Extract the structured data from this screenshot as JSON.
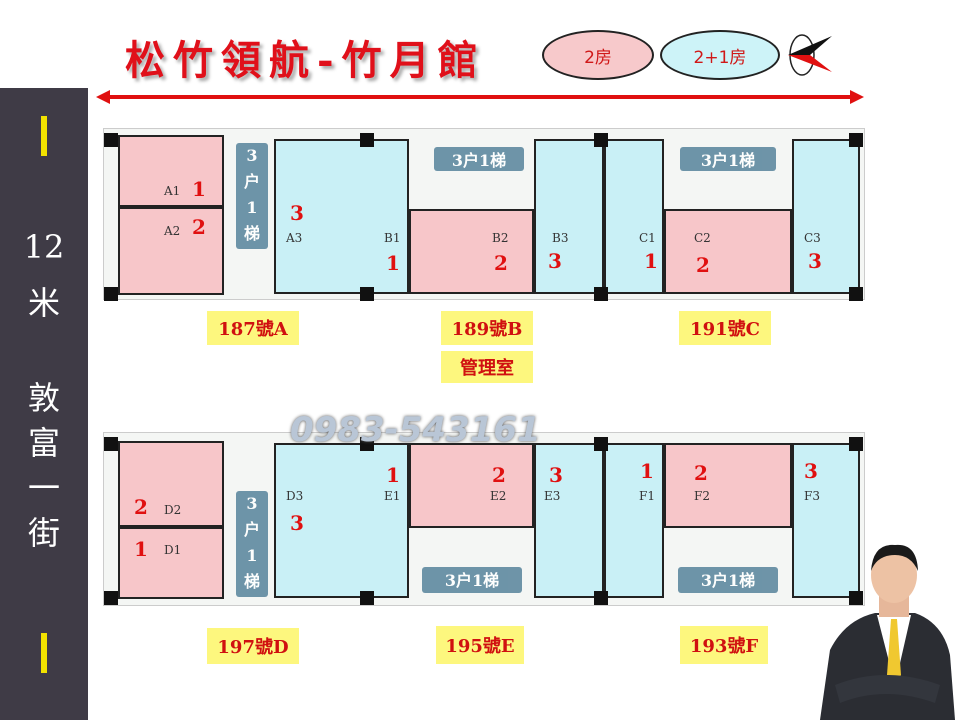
{
  "title": "松竹領航-竹月館",
  "legend": {
    "two_room": "2房",
    "two_plus_one": "2+1房",
    "two_room_color": "#f7c6c9",
    "two_plus_one_color": "#c9f0f6"
  },
  "compass_icon": "compass-arrow-icon",
  "street": {
    "width": "12",
    "unit": "米",
    "name": [
      "敦",
      "富",
      "一",
      "街"
    ]
  },
  "stair_label": "3户1梯",
  "stair_vertical": [
    "3",
    "户",
    "1",
    "梯"
  ],
  "watermark_phone": "0983-543161",
  "top_row": {
    "units": [
      {
        "id": "A1",
        "rooms": "1"
      },
      {
        "id": "A2",
        "rooms": "2"
      },
      {
        "id": "A3",
        "rooms": "3"
      },
      {
        "id": "B1",
        "rooms": "1"
      },
      {
        "id": "B2",
        "rooms": "2"
      },
      {
        "id": "B3",
        "rooms": "3"
      },
      {
        "id": "C1",
        "rooms": "1"
      },
      {
        "id": "C2",
        "rooms": "2"
      },
      {
        "id": "C3",
        "rooms": "3"
      }
    ],
    "addresses": [
      "187號A",
      "189號B",
      "191號C"
    ],
    "management": "管理室"
  },
  "bottom_row": {
    "units": [
      {
        "id": "D2",
        "rooms": "2"
      },
      {
        "id": "D1",
        "rooms": "1"
      },
      {
        "id": "D3",
        "rooms": "3"
      },
      {
        "id": "E1",
        "rooms": "1"
      },
      {
        "id": "E2",
        "rooms": "2"
      },
      {
        "id": "E3",
        "rooms": "3"
      },
      {
        "id": "F1",
        "rooms": "1"
      },
      {
        "id": "F2",
        "rooms": "2"
      },
      {
        "id": "F3",
        "rooms": "3"
      }
    ],
    "addresses": [
      "197號D",
      "195號E",
      "193號F"
    ]
  }
}
